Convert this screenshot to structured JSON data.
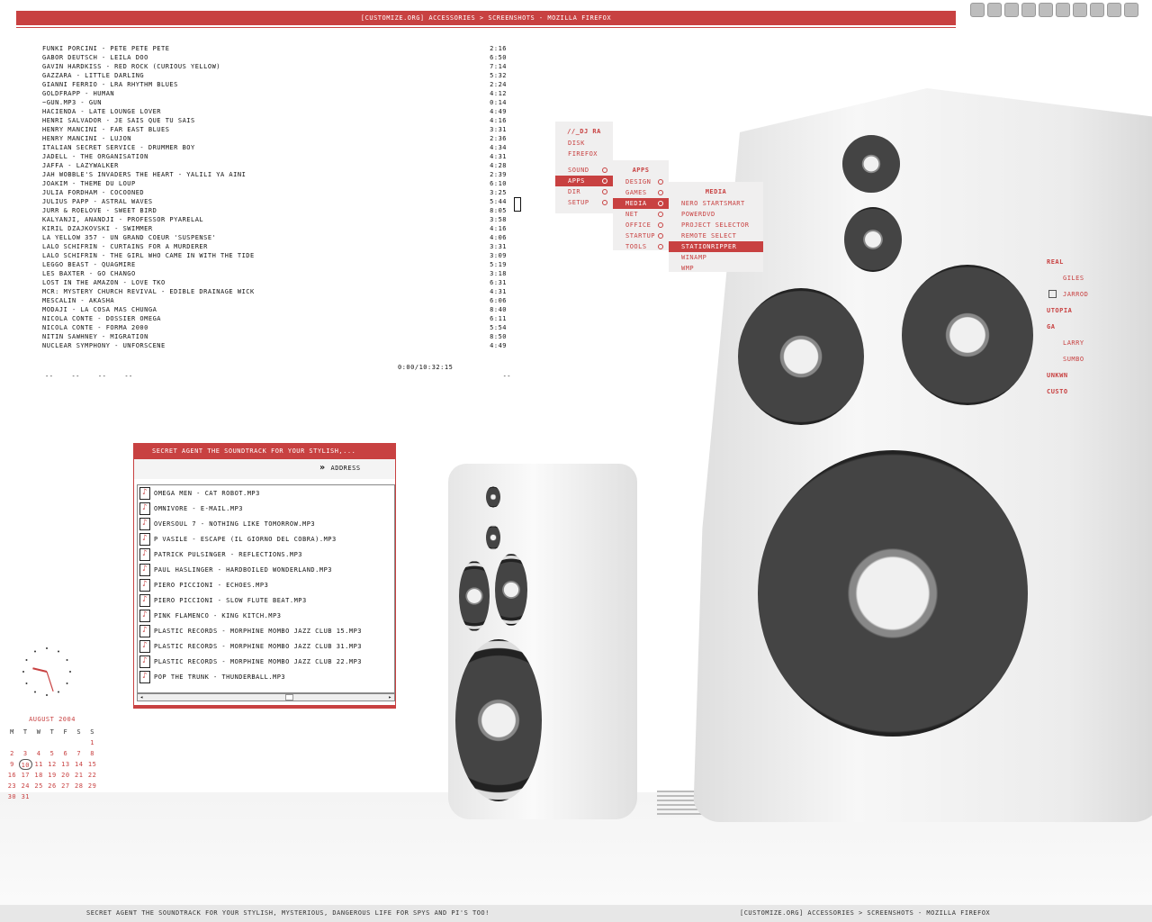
{
  "window": {
    "title": "[customize.org] accessories > screenshots - mozilla firefox"
  },
  "tray": {
    "icons": [
      "firefox-icon",
      "mouse-icon",
      "drive-icon",
      "network-icon",
      "brush-icon",
      "window-icon",
      "cd-icon",
      "monitor-icon",
      "pen-icon",
      "tools-icon"
    ]
  },
  "playlist": {
    "rows": [
      {
        "track": "funki porcini  - pete pete pete",
        "time": "2:16"
      },
      {
        "track": "gabor deutsch  - leila doo",
        "time": "6:50"
      },
      {
        "track": "gavin hardkiss  - red rock (curious yellow)",
        "time": "7:14"
      },
      {
        "track": "gazzara  - little darling",
        "time": "5:32"
      },
      {
        "track": "gianni ferrio  - lra rhythm blues",
        "time": "2:24"
      },
      {
        "track": "goldfrapp  - human",
        "time": "4:12"
      },
      {
        "track": "~gun.mp3  - gun",
        "time": "0:14"
      },
      {
        "track": "hacienda  - late lounge lover",
        "time": "4:49"
      },
      {
        "track": "henri salvador  - je sais que tu sais",
        "time": "4:16"
      },
      {
        "track": "henry mancini  - far east blues",
        "time": "3:31"
      },
      {
        "track": "henry mancini  - lujon",
        "time": "2:36"
      },
      {
        "track": "italian secret service  - drummer boy",
        "time": "4:34"
      },
      {
        "track": "jadell  - the organisation",
        "time": "4:31"
      },
      {
        "track": "jaffa  - lazywalker",
        "time": "4:28"
      },
      {
        "track": "jah wobble's invaders the heart  - yalili ya aini",
        "time": "2:39"
      },
      {
        "track": "joakim  - theme du loup",
        "time": "6:10"
      },
      {
        "track": "julia fordham  - cocooned",
        "time": "3:25"
      },
      {
        "track": "julius papp  - astral waves",
        "time": "5:44"
      },
      {
        "track": "jurr & roelove  - sweet bird",
        "time": "8:05"
      },
      {
        "track": "kalyanji, anandji  - professor pyarelal",
        "time": "3:58"
      },
      {
        "track": "kiril dzajkovski  - swimmer",
        "time": "4:16"
      },
      {
        "track": "la yellow 357  - un grand coeur 'suspense'",
        "time": "4:06"
      },
      {
        "track": "lalo schifrin  - curtains for a murderer",
        "time": "3:31"
      },
      {
        "track": "lalo schifrin  - the girl who came in with the tide",
        "time": "3:09"
      },
      {
        "track": "leggo beast  - quagmire",
        "time": "5:19"
      },
      {
        "track": "les baxter  - go chango",
        "time": "3:18"
      },
      {
        "track": "lost in the amazon  - love tko",
        "time": "6:31"
      },
      {
        "track": "mcr: mystery church revival  - edible drainage wick",
        "time": "4:31"
      },
      {
        "track": "mescalin  - akasha",
        "time": "6:06"
      },
      {
        "track": "modaji  - la cosa mas chunga",
        "time": "8:40"
      },
      {
        "track": "nicola conte  - dossier omega",
        "time": "6:11"
      },
      {
        "track": "nicola conte  - forma 2000",
        "time": "5:54"
      },
      {
        "track": "nitin sawhney  - migration",
        "time": "8:50"
      },
      {
        "track": "nuclear symphony  - unforscene",
        "time": "4:49"
      }
    ],
    "total": "0:00/10:32:15",
    "controls": [
      "--",
      "--",
      "--",
      "--",
      "--"
    ]
  },
  "menu_main": {
    "header": "//_dj ra",
    "items": [
      "disk",
      "firefox",
      "sound",
      "apps",
      "dir",
      "setup"
    ]
  },
  "menu_apps": {
    "header": "apps",
    "items": [
      "design",
      "games",
      "media",
      "net",
      "office",
      "startup",
      "tools"
    ]
  },
  "menu_media": {
    "header": "media",
    "items": [
      "nero startsmart",
      "powerdvd",
      "project selector",
      "remote select",
      "stationripper",
      "winamp",
      "wmp"
    ]
  },
  "launcher": {
    "items": [
      "real",
      "giles",
      "jarrod",
      "utopia",
      "ga",
      "larry",
      "sumbo",
      "unkwn",
      "custo"
    ]
  },
  "file_manager": {
    "title": "secret agent the soundtrack for your stylish,...",
    "address_label": "address",
    "files": [
      "omega men - cat robot.mp3",
      "omnivore - e-mail.mp3",
      "oversoul 7 - nothing like tomorrow.mp3",
      "p vasile - escape (il giorno del cobra).mp3",
      "patrick pulsinger - reflections.mp3",
      "paul haslinger - hardboiled wonderland.mp3",
      "piero piccioni - echoes.mp3",
      "piero piccioni - slow flute beat.mp3",
      "pink flamenco - king kitch.mp3",
      "plastic records - morphine mombo jazz club 15.mp3",
      "plastic records - morphine mombo jazz club 31.mp3",
      "plastic records - morphine mombo jazz club 22.mp3",
      "pop the trunk - thunderball.mp3"
    ],
    "scroll_position": 0.6
  },
  "clock": {
    "hour": 9,
    "minute": 27
  },
  "calendar": {
    "title": "august 2004",
    "day_headers": [
      "m",
      "t",
      "w",
      "t",
      "f",
      "s",
      "s"
    ],
    "weeks": [
      [
        "",
        "",
        "",
        "",
        "",
        "",
        "1"
      ],
      [
        "2",
        "3",
        "4",
        "5",
        "6",
        "7",
        "8"
      ],
      [
        "9",
        "10",
        "11",
        "12",
        "13",
        "14",
        "15"
      ],
      [
        "16",
        "17",
        "18",
        "19",
        "20",
        "21",
        "22"
      ],
      [
        "23",
        "24",
        "25",
        "26",
        "27",
        "28",
        "29"
      ],
      [
        "30",
        "31",
        "",
        "",
        "",
        "",
        ""
      ]
    ],
    "today": "10"
  },
  "statusbar": {
    "left": "secret agent the soundtrack for your stylish, mysterious, dangerous life for spys and pi's too!",
    "right": "[customize.org] accessories > screenshots - mozilla firefox"
  },
  "colors": {
    "accent": "#c84141",
    "background": "#ffffff"
  }
}
